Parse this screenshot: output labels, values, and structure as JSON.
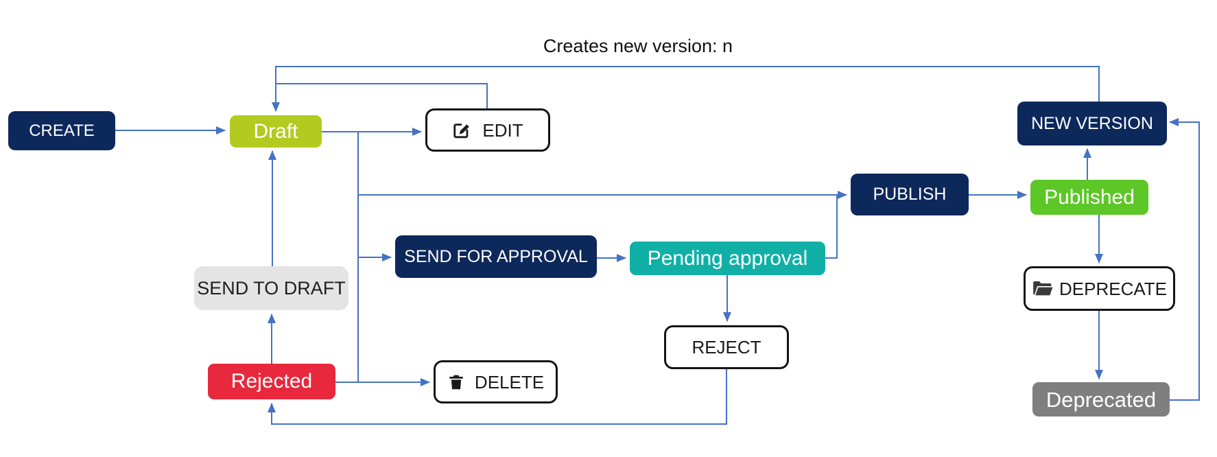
{
  "annotation": "Creates new version: n",
  "colors": {
    "navy": "#0d285a",
    "lime": "#b3ca20",
    "green": "#5cc727",
    "teal": "#11b0a7",
    "red": "#e8293d",
    "gray": "#7f7f7f",
    "light_gray": "#e4e4e4",
    "connector": "#4472c4"
  },
  "nodes": {
    "create": {
      "label": "CREATE",
      "kind": "action"
    },
    "draft": {
      "label": "Draft",
      "kind": "state"
    },
    "edit": {
      "label": "EDIT",
      "kind": "action-outline",
      "icon": "edit-icon"
    },
    "new_version": {
      "label": "NEW VERSION",
      "kind": "action"
    },
    "publish": {
      "label": "PUBLISH",
      "kind": "action"
    },
    "published": {
      "label": "Published",
      "kind": "state"
    },
    "send_for_approval": {
      "label": "SEND FOR APPROVAL",
      "kind": "action"
    },
    "pending_approval": {
      "label": "Pending approval",
      "kind": "state"
    },
    "send_to_draft": {
      "label": "SEND TO DRAFT",
      "kind": "action-gray"
    },
    "reject": {
      "label": "REJECT",
      "kind": "action-outline"
    },
    "rejected": {
      "label": "Rejected",
      "kind": "state"
    },
    "delete": {
      "label": "DELETE",
      "kind": "action-outline",
      "icon": "trash-icon"
    },
    "deprecate": {
      "label": "DEPRECATE",
      "kind": "action-outline",
      "icon": "folder-open-icon"
    },
    "deprecated": {
      "label": "Deprecated",
      "kind": "state"
    }
  },
  "edges": [
    {
      "from": "CREATE",
      "to": "Draft"
    },
    {
      "from": "NEW VERSION",
      "to": "Draft",
      "label": "Creates new version: n"
    },
    {
      "from": "EDIT",
      "to": "Draft"
    },
    {
      "from": "Draft",
      "to": "EDIT"
    },
    {
      "from": "Draft",
      "to": "PUBLISH"
    },
    {
      "from": "Draft",
      "to": "SEND FOR APPROVAL"
    },
    {
      "from": "Draft",
      "to": "DELETE"
    },
    {
      "from": "SEND FOR APPROVAL",
      "to": "Pending approval"
    },
    {
      "from": "Pending approval",
      "to": "PUBLISH"
    },
    {
      "from": "Pending approval",
      "to": "REJECT"
    },
    {
      "from": "REJECT",
      "to": "Rejected"
    },
    {
      "from": "Rejected",
      "to": "SEND TO DRAFT"
    },
    {
      "from": "Rejected",
      "to": "DELETE"
    },
    {
      "from": "SEND TO DRAFT",
      "to": "Draft"
    },
    {
      "from": "PUBLISH",
      "to": "Published"
    },
    {
      "from": "Published",
      "to": "NEW VERSION"
    },
    {
      "from": "Published",
      "to": "DEPRECATE"
    },
    {
      "from": "DEPRECATE",
      "to": "Deprecated"
    },
    {
      "from": "Deprecated",
      "to": "NEW VERSION"
    }
  ]
}
